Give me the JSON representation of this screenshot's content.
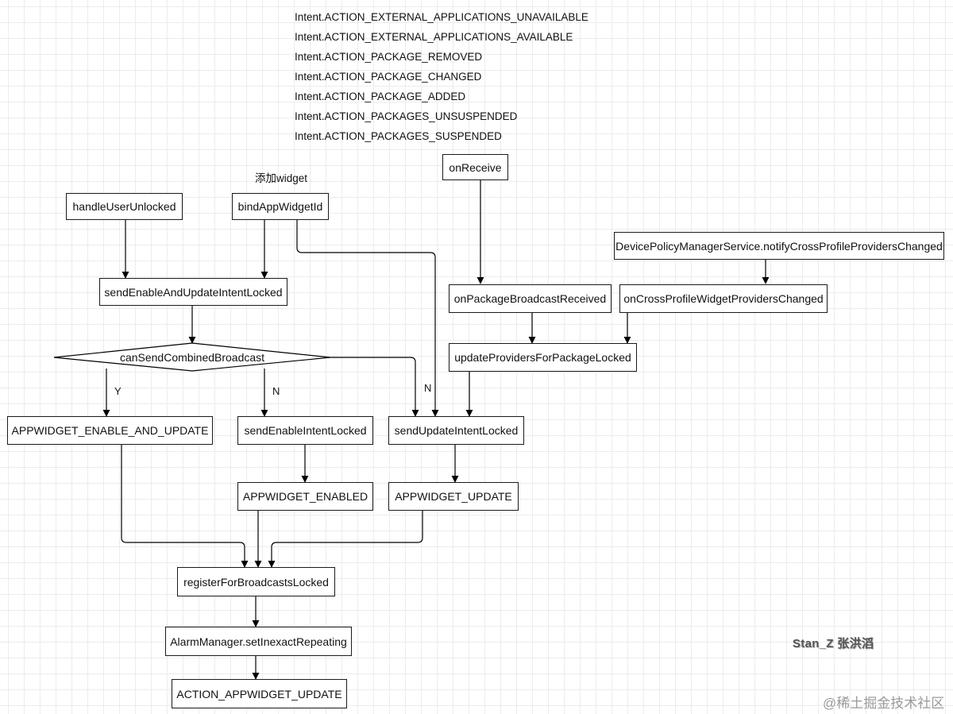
{
  "intents": [
    "Intent.ACTION_EXTERNAL_APPLICATIONS_UNAVAILABLE",
    "Intent.ACTION_EXTERNAL_APPLICATIONS_AVAILABLE",
    "Intent.ACTION_PACKAGE_REMOVED",
    "Intent.ACTION_PACKAGE_CHANGED",
    "Intent.ACTION_PACKAGE_ADDED",
    "Intent.ACTION_PACKAGES_UNSUSPENDED",
    "Intent.ACTION_PACKAGES_SUSPENDED"
  ],
  "annotation_add_widget": "添加widget",
  "nodes": {
    "on_receive": "onReceive",
    "handle_user_unlocked": "handleUserUnlocked",
    "bind_app_widget_id": "bindAppWidgetId",
    "dpms_notify": "DevicePolicyManagerService.notifyCrossProfileProvidersChanged",
    "send_enable_and_update": "sendEnableAndUpdateIntentLocked",
    "on_package_broadcast": "onPackageBroadcastReceived",
    "on_cross_profile": "onCrossProfileWidgetProvidersChanged",
    "can_send_combined": "canSendCombinedBroadcast",
    "update_providers": "updateProvidersForPackageLocked",
    "appwidget_enable_and_update": "APPWIDGET_ENABLE_AND_UPDATE",
    "send_enable_intent": "sendEnableIntentLocked",
    "send_update_intent": "sendUpdateIntentLocked",
    "appwidget_enabled": "APPWIDGET_ENABLED",
    "appwidget_update": "APPWIDGET_UPDATE",
    "register_broadcasts": "registerForBroadcastsLocked",
    "alarm_manager": "AlarmManager.setInexactRepeating",
    "action_appwidget_update": "ACTION_APPWIDGET_UPDATE"
  },
  "edge_labels": {
    "yes": "Y",
    "no_left": "N",
    "no_right": "N"
  },
  "watermark": {
    "author": "Stan_Z 张洪滔",
    "site": "@稀土掘金技术社区"
  },
  "colors": {
    "line": "#000000",
    "grid": "#ececec",
    "node_border": "#1a1a1a"
  }
}
